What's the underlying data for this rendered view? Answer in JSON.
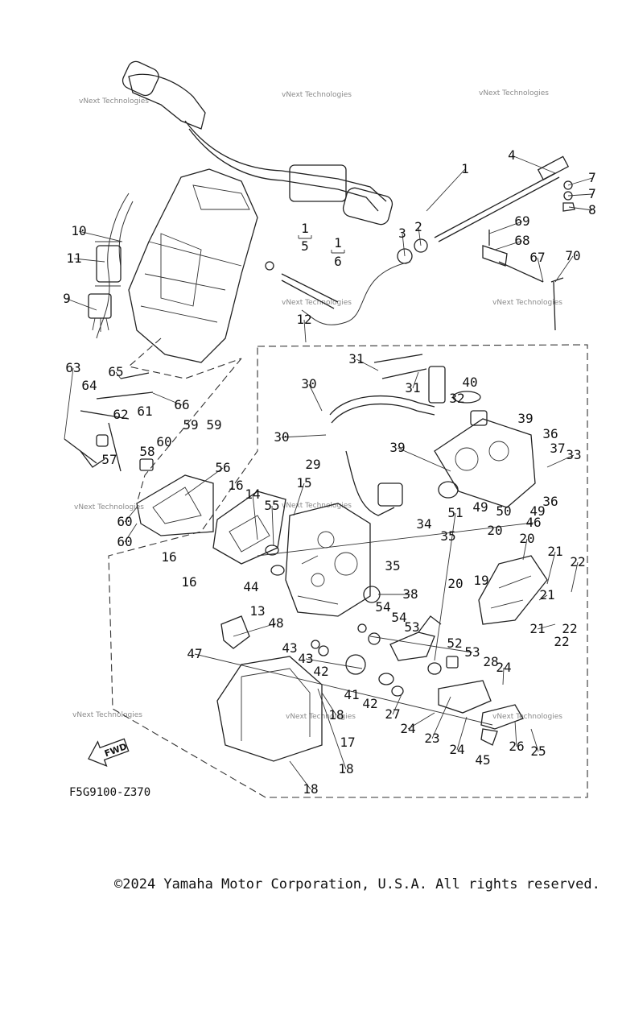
{
  "figure_code": "F5G9100-Z370",
  "copyright": "©2024 Yamaha Motor Corporation, U.S.A. All rights reserved.",
  "watermark": "vNext Technologies",
  "fwd_label": "FWD",
  "callouts": [
    "1",
    "1",
    "1",
    "2",
    "3",
    "4",
    "5",
    "6",
    "7",
    "7",
    "8",
    "9",
    "10",
    "11",
    "12",
    "13",
    "14",
    "15",
    "16",
    "16",
    "16",
    "17",
    "18",
    "18",
    "18",
    "19",
    "20",
    "20",
    "20",
    "21",
    "21",
    "21",
    "22",
    "22",
    "22",
    "23",
    "24",
    "24",
    "24",
    "25",
    "26",
    "27",
    "28",
    "29",
    "30",
    "30",
    "31",
    "31",
    "32",
    "33",
    "34",
    "35",
    "35",
    "36",
    "36",
    "37",
    "38",
    "39",
    "39",
    "40",
    "41",
    "42",
    "42",
    "43",
    "43",
    "44",
    "45",
    "46",
    "47",
    "48",
    "49",
    "49",
    "50",
    "51",
    "52",
    "53",
    "53",
    "54",
    "54",
    "55",
    "56",
    "57",
    "58",
    "59",
    "59",
    "60",
    "60",
    "60",
    "61",
    "62",
    "63",
    "64",
    "65",
    "66",
    "67",
    "68",
    "69",
    "70"
  ]
}
